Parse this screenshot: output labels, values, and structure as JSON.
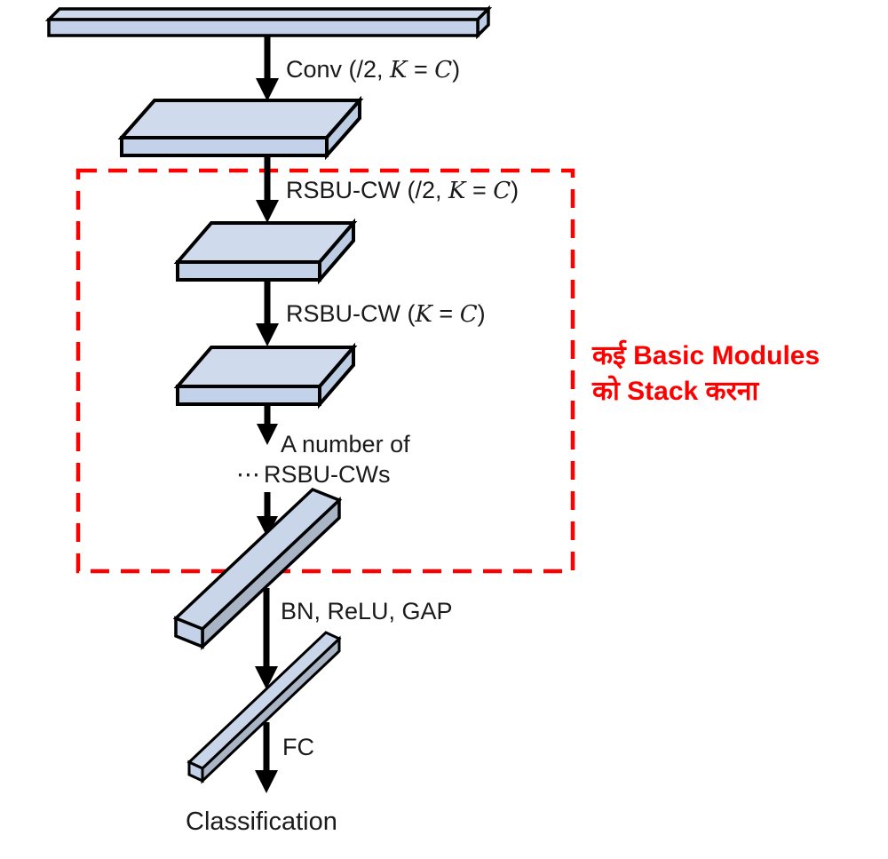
{
  "colors": {
    "plate_top": "#CFDBED",
    "plate_front": "#C3D2E8",
    "plate_side": "#BCCCE3",
    "bar_top": "#C9D6EA",
    "bar_side": "#A9B4C5",
    "bar_cap": "#C3D2E8",
    "outline": "#000000",
    "arrow": "#000000",
    "dashed_box": "#FF0000",
    "annotation_red": "#FF0000"
  },
  "diagram": {
    "conv_label": {
      "prefix": "Conv (/2, ",
      "k": "K",
      "mid": " = ",
      "c": "C",
      "suffix": ")"
    },
    "rsbu_down_label": {
      "prefix": "RSBU-CW (/2, ",
      "k": "K",
      "mid": " = ",
      "c": "C",
      "suffix": ")"
    },
    "rsbu_label": {
      "prefix": "RSBU-CW (",
      "k": "K",
      "mid": " = ",
      "c": "C",
      "suffix": ")"
    },
    "stack_more": {
      "line1": "A number of",
      "dots": "⋯",
      "line2": "RSBU-CWs"
    },
    "bn_relu_gap_label": "BN, ReLU, GAP",
    "fc_label": "FC",
    "output_label": "Classification",
    "annotation": {
      "line1": "कई Basic Modules",
      "line2": "को Stack करना"
    }
  }
}
